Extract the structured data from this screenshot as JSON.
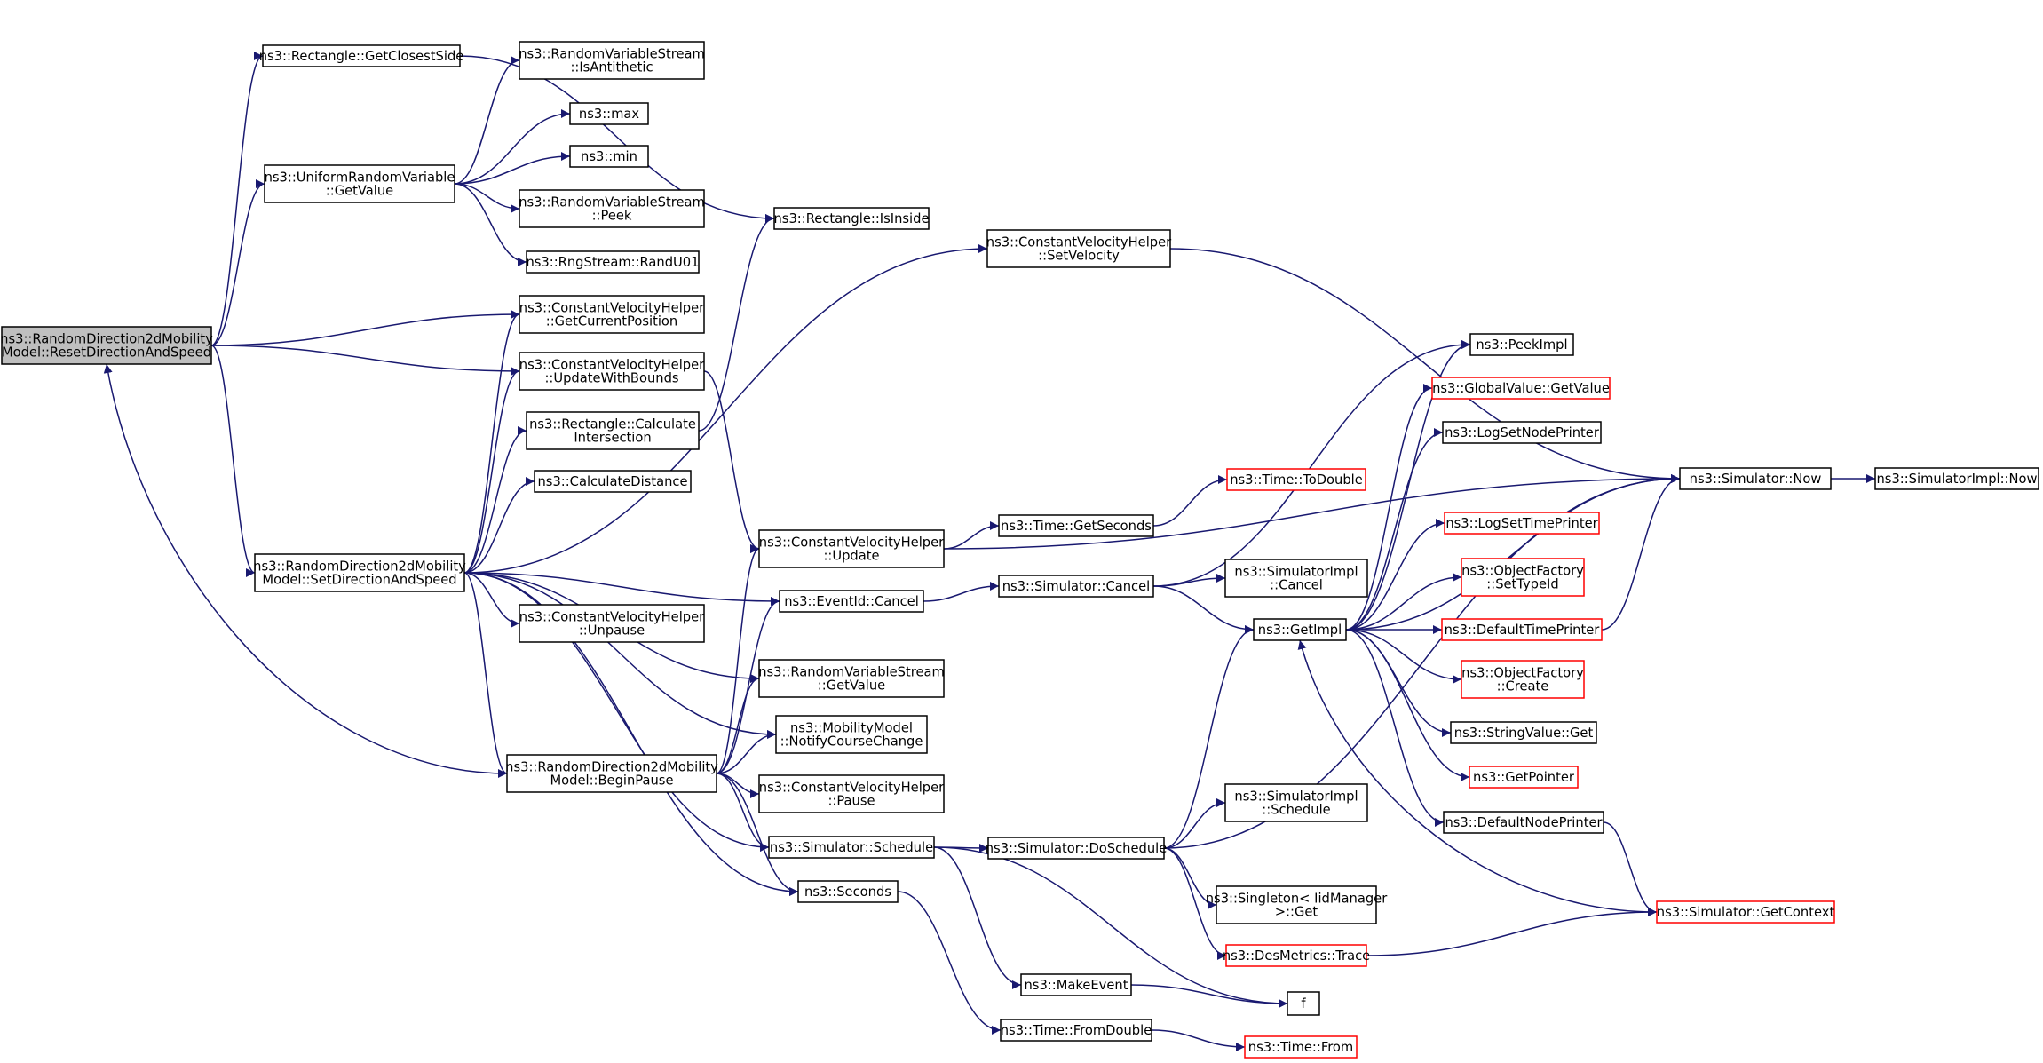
{
  "graph": {
    "nodes": [
      {
        "id": "root",
        "lines": [
          "ns3::RandomDirection2dMobility",
          "Model::ResetDirectionAndSpeed"
        ],
        "root": true
      },
      {
        "id": "getClosestSide",
        "lines": [
          "ns3::Rectangle::GetClosestSide"
        ]
      },
      {
        "id": "uniformGetValue",
        "lines": [
          "ns3::UniformRandomVariable",
          "::GetValue"
        ]
      },
      {
        "id": "isAntithetic",
        "lines": [
          "ns3::RandomVariableStream",
          "::IsAntithetic"
        ]
      },
      {
        "id": "max",
        "lines": [
          "ns3::max"
        ]
      },
      {
        "id": "min",
        "lines": [
          "ns3::min"
        ]
      },
      {
        "id": "peek",
        "lines": [
          "ns3::RandomVariableStream",
          "::Peek"
        ]
      },
      {
        "id": "randU01",
        "lines": [
          "ns3::RngStream::RandU01"
        ]
      },
      {
        "id": "isInside",
        "lines": [
          "ns3::Rectangle::IsInside"
        ]
      },
      {
        "id": "setVelocity",
        "lines": [
          "ns3::ConstantVelocityHelper",
          "::SetVelocity"
        ]
      },
      {
        "id": "getCurrentPosition",
        "lines": [
          "ns3::ConstantVelocityHelper",
          "::GetCurrentPosition"
        ]
      },
      {
        "id": "updateWithBounds",
        "lines": [
          "ns3::ConstantVelocityHelper",
          "::UpdateWithBounds"
        ]
      },
      {
        "id": "calcIntersection",
        "lines": [
          "ns3::Rectangle::Calculate",
          "Intersection"
        ]
      },
      {
        "id": "calcDistance",
        "lines": [
          "ns3::CalculateDistance"
        ]
      },
      {
        "id": "setDirection",
        "lines": [
          "ns3::RandomDirection2dMobility",
          "Model::SetDirectionAndSpeed"
        ]
      },
      {
        "id": "cvhUpdate",
        "lines": [
          "ns3::ConstantVelocityHelper",
          "::Update"
        ]
      },
      {
        "id": "eventCancel",
        "lines": [
          "ns3::EventId::Cancel"
        ]
      },
      {
        "id": "unpause",
        "lines": [
          "ns3::ConstantVelocityHelper",
          "::Unpause"
        ]
      },
      {
        "id": "rvsGetValue",
        "lines": [
          "ns3::RandomVariableStream",
          "::GetValue"
        ]
      },
      {
        "id": "notifyCourse",
        "lines": [
          "ns3::MobilityModel",
          "::NotifyCourseChange"
        ]
      },
      {
        "id": "beginPause",
        "lines": [
          "ns3::RandomDirection2dMobility",
          "Model::BeginPause"
        ]
      },
      {
        "id": "cvhPause",
        "lines": [
          "ns3::ConstantVelocityHelper",
          "::Pause"
        ]
      },
      {
        "id": "schedule",
        "lines": [
          "ns3::Simulator::Schedule"
        ]
      },
      {
        "id": "seconds",
        "lines": [
          "ns3::Seconds"
        ]
      },
      {
        "id": "getSeconds",
        "lines": [
          "ns3::Time::GetSeconds"
        ]
      },
      {
        "id": "toDouble",
        "lines": [
          "ns3::Time::ToDouble"
        ],
        "red": true
      },
      {
        "id": "simCancel",
        "lines": [
          "ns3::Simulator::Cancel"
        ]
      },
      {
        "id": "implCancel",
        "lines": [
          "ns3::SimulatorImpl",
          "::Cancel"
        ]
      },
      {
        "id": "getImpl",
        "lines": [
          "ns3::GetImpl"
        ]
      },
      {
        "id": "doSchedule",
        "lines": [
          "ns3::Simulator::DoSchedule"
        ]
      },
      {
        "id": "implSchedule",
        "lines": [
          "ns3::SimulatorImpl",
          "::Schedule"
        ]
      },
      {
        "id": "singletonGet",
        "lines": [
          "ns3::Singleton< IidManager",
          ">::Get"
        ]
      },
      {
        "id": "desTrace",
        "lines": [
          "ns3::DesMetrics::Trace"
        ],
        "red": true
      },
      {
        "id": "makeEvent",
        "lines": [
          "ns3::MakeEvent"
        ]
      },
      {
        "id": "f",
        "lines": [
          "f"
        ]
      },
      {
        "id": "fromDouble",
        "lines": [
          "ns3::Time::FromDouble"
        ]
      },
      {
        "id": "timeFrom",
        "lines": [
          "ns3::Time::From"
        ],
        "red": true
      },
      {
        "id": "peekImpl",
        "lines": [
          "ns3::PeekImpl"
        ]
      },
      {
        "id": "globalGetValue",
        "lines": [
          "ns3::GlobalValue::GetValue"
        ],
        "red": true
      },
      {
        "id": "logSetNode",
        "lines": [
          "ns3::LogSetNodePrinter"
        ]
      },
      {
        "id": "logSetTime",
        "lines": [
          "ns3::LogSetTimePrinter"
        ],
        "red": true
      },
      {
        "id": "ofSetTypeId",
        "lines": [
          "ns3::ObjectFactory",
          "::SetTypeId"
        ],
        "red": true
      },
      {
        "id": "defaultTime",
        "lines": [
          "ns3::DefaultTimePrinter"
        ],
        "red": true
      },
      {
        "id": "ofCreate",
        "lines": [
          "ns3::ObjectFactory",
          "::Create"
        ],
        "red": true
      },
      {
        "id": "stringGet",
        "lines": [
          "ns3::StringValue::Get"
        ]
      },
      {
        "id": "getPointer",
        "lines": [
          "ns3::GetPointer"
        ],
        "red": true
      },
      {
        "id": "defaultNode",
        "lines": [
          "ns3::DefaultNodePrinter"
        ]
      },
      {
        "id": "simNow",
        "lines": [
          "ns3::Simulator::Now"
        ]
      },
      {
        "id": "implNow",
        "lines": [
          "ns3::SimulatorImpl::Now"
        ]
      },
      {
        "id": "getContext",
        "lines": [
          "ns3::Simulator::GetContext"
        ],
        "red": true
      }
    ],
    "edges": [
      [
        "root",
        "getClosestSide"
      ],
      [
        "root",
        "uniformGetValue"
      ],
      [
        "root",
        "getCurrentPosition"
      ],
      [
        "root",
        "updateWithBounds"
      ],
      [
        "root",
        "setDirection"
      ],
      [
        "getClosestSide",
        "isInside"
      ],
      [
        "uniformGetValue",
        "isAntithetic"
      ],
      [
        "uniformGetValue",
        "max"
      ],
      [
        "uniformGetValue",
        "min"
      ],
      [
        "uniformGetValue",
        "peek"
      ],
      [
        "uniformGetValue",
        "randU01"
      ],
      [
        "updateWithBounds",
        "cvhUpdate"
      ],
      [
        "calcIntersection",
        "isInside"
      ],
      [
        "setDirection",
        "getCurrentPosition"
      ],
      [
        "setDirection",
        "updateWithBounds"
      ],
      [
        "setDirection",
        "calcIntersection"
      ],
      [
        "setDirection",
        "calcDistance"
      ],
      [
        "setDirection",
        "setVelocity"
      ],
      [
        "setDirection",
        "eventCancel"
      ],
      [
        "setDirection",
        "unpause"
      ],
      [
        "setDirection",
        "rvsGetValue"
      ],
      [
        "setDirection",
        "notifyCourse"
      ],
      [
        "setDirection",
        "beginPause"
      ],
      [
        "setDirection",
        "schedule"
      ],
      [
        "setDirection",
        "seconds"
      ],
      [
        "beginPause",
        "root"
      ],
      [
        "beginPause",
        "cvhUpdate"
      ],
      [
        "beginPause",
        "eventCancel"
      ],
      [
        "beginPause",
        "rvsGetValue"
      ],
      [
        "beginPause",
        "notifyCourse"
      ],
      [
        "beginPause",
        "cvhPause"
      ],
      [
        "beginPause",
        "schedule"
      ],
      [
        "beginPause",
        "seconds"
      ],
      [
        "setVelocity",
        "simNow"
      ],
      [
        "cvhUpdate",
        "getSeconds"
      ],
      [
        "cvhUpdate",
        "simNow"
      ],
      [
        "getSeconds",
        "toDouble"
      ],
      [
        "eventCancel",
        "simCancel"
      ],
      [
        "simCancel",
        "implCancel"
      ],
      [
        "simCancel",
        "getImpl"
      ],
      [
        "simCancel",
        "peekImpl"
      ],
      [
        "schedule",
        "doSchedule"
      ],
      [
        "schedule",
        "makeEvent"
      ],
      [
        "schedule",
        "f"
      ],
      [
        "seconds",
        "fromDouble"
      ],
      [
        "fromDouble",
        "timeFrom"
      ],
      [
        "makeEvent",
        "f"
      ],
      [
        "doSchedule",
        "getImpl"
      ],
      [
        "doSchedule",
        "implSchedule"
      ],
      [
        "doSchedule",
        "singletonGet"
      ],
      [
        "doSchedule",
        "desTrace"
      ],
      [
        "doSchedule",
        "simNow"
      ],
      [
        "desTrace",
        "getContext"
      ],
      [
        "getImpl",
        "peekImpl"
      ],
      [
        "getImpl",
        "globalGetValue"
      ],
      [
        "getImpl",
        "logSetNode"
      ],
      [
        "getImpl",
        "logSetTime"
      ],
      [
        "getImpl",
        "ofSetTypeId"
      ],
      [
        "getImpl",
        "defaultTime"
      ],
      [
        "getImpl",
        "ofCreate"
      ],
      [
        "getImpl",
        "stringGet"
      ],
      [
        "getImpl",
        "getPointer"
      ],
      [
        "getImpl",
        "defaultNode"
      ],
      [
        "getImpl",
        "simNow"
      ],
      [
        "simNow",
        "implNow"
      ],
      [
        "defaultTime",
        "simNow"
      ],
      [
        "defaultNode",
        "getContext"
      ],
      [
        "getContext",
        "getImpl"
      ]
    ]
  }
}
